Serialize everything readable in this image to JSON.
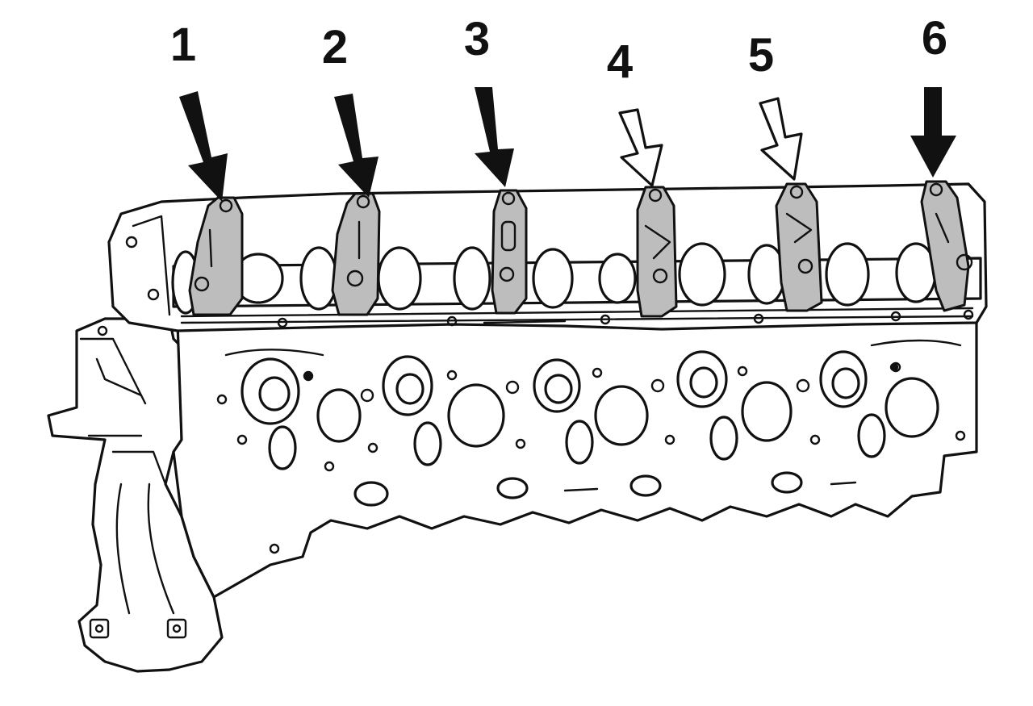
{
  "labels": [
    "1",
    "2",
    "3",
    "4",
    "5",
    "6"
  ],
  "arrow_styles": [
    "solid",
    "solid",
    "solid",
    "outline",
    "outline",
    "solid"
  ],
  "colors": {
    "ink": "#111111",
    "rocker_fill": "#bdbdbd",
    "background": "#ffffff"
  }
}
